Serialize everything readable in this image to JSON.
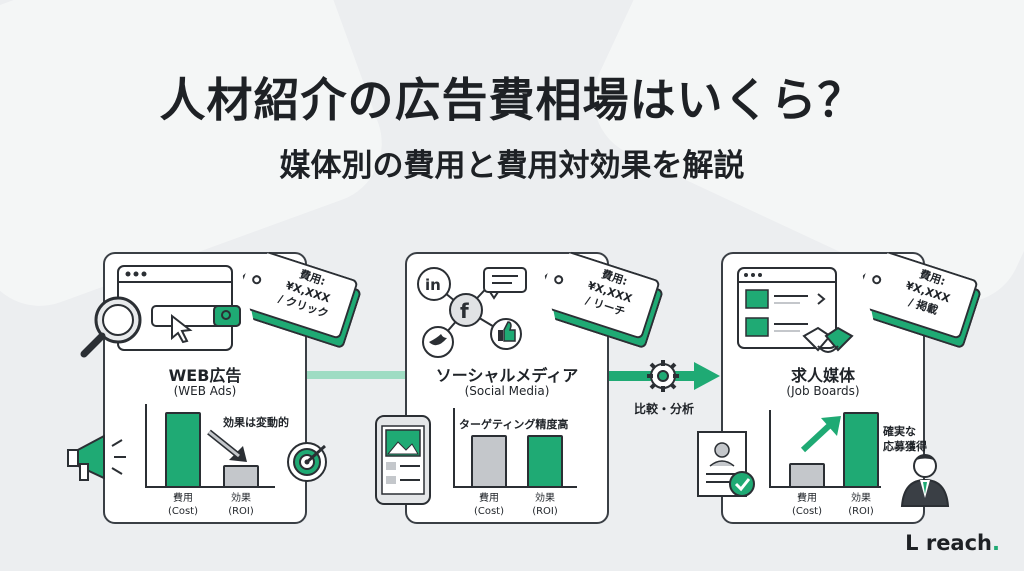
{
  "title": "人材紹介の広告費相場はいくら？",
  "subtitle": "媒体別の費用と費用対効果を解説",
  "connector_label": "比較・分析",
  "brand": {
    "name": "L reach",
    "dot": ".",
    "accent": "#1faa74"
  },
  "panels": [
    {
      "title": "WEB広告",
      "subtitle": "(WEB Ads)",
      "tag": {
        "line1": "費用:",
        "line2": "¥X,XXX",
        "line3": "/ クリック"
      },
      "note": "効果は変動的",
      "cost_label": "費用\n(Cost)",
      "roi_label": "効果\n(ROI)",
      "icons": [
        "browser-window-icon",
        "magnifier-icon",
        "cursor-icon",
        "megaphone-icon",
        "target-icon",
        "down-arrow-icon"
      ]
    },
    {
      "title": "ソーシャルメディア",
      "subtitle": "(Social Media)",
      "tag": {
        "line1": "費用:",
        "line2": "¥X,XXX",
        "line3": "/ リーチ"
      },
      "note": "ターゲティング精度高",
      "cost_label": "費用\n(Cost)",
      "roi_label": "効果\n(ROI)",
      "icons": [
        "linkedin-icon",
        "facebook-icon",
        "twitter-icon",
        "like-icon",
        "chat-icon",
        "smartphone-icon"
      ]
    },
    {
      "title": "求人媒体",
      "subtitle": "(Job Boards)",
      "tag": {
        "line1": "費用:",
        "line2": "¥X,XXX",
        "line3": "/ 掲載"
      },
      "note": "確実な\n応募獲得",
      "cost_label": "費用\n(Cost)",
      "roi_label": "効果\n(ROI)",
      "icons": [
        "job-board-window-icon",
        "handshake-icon",
        "resume-icon",
        "person-icon",
        "up-arrow-icon"
      ]
    }
  ],
  "chart_data": [
    {
      "type": "bar",
      "categories": [
        "費用\n(Cost)",
        "効果\n(ROI)"
      ],
      "values": [
        1.0,
        0.3
      ],
      "note": "効果は変動的"
    },
    {
      "type": "bar",
      "categories": [
        "費用\n(Cost)",
        "効果\n(ROI)"
      ],
      "values": [
        0.7,
        0.7
      ],
      "note": "ターゲティング精度高"
    },
    {
      "type": "bar",
      "categories": [
        "費用\n(Cost)",
        "効果\n(ROI)"
      ],
      "values": [
        0.33,
        1.0
      ],
      "note": "確実な\n応募獲得"
    }
  ]
}
